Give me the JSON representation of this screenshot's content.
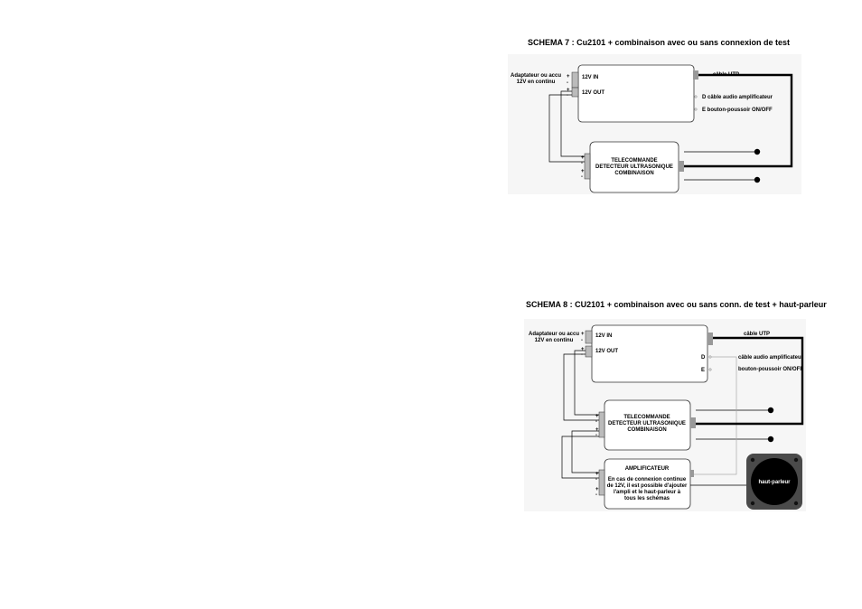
{
  "colors": {
    "line": "#000000",
    "box_border": "#333333",
    "panel_bg": "#f5f5f5",
    "speaker_outer": "#4a4a4a",
    "speaker_inner": "#000000",
    "thin_line": "#999999"
  },
  "schema7": {
    "title": "SCHEMA 7 : Cu2101 + combinaison avec ou sans connexion de test",
    "source_label_1": "Adaptateur ou accu",
    "source_label_2": "12V en continu",
    "in_label": "12V IN",
    "out_label": "12V OUT",
    "utp_label": "câble UTP",
    "d_label": "D câble audio amplificateur",
    "e_label": "E bouton-poussoir ON/OFF",
    "remote_line1": "TELECOMMANDE",
    "remote_line2": "DETECTEUR ULTRASONIQUE",
    "remote_line3": "COMBINAISON",
    "plus": "+",
    "minus": "-"
  },
  "schema8": {
    "title": "SCHEMA 8 : CU2101 + combinaison avec ou sans conn. de test + haut-parleur",
    "source_label_1": "Adaptateur ou accu",
    "source_label_2": "12V en continu",
    "in_label": "12V IN",
    "out_label": "12V OUT",
    "utp_label": "câble UTP",
    "d_port": "D",
    "e_port": "E",
    "d_label": "câble audio amplificateur",
    "e_label": "bouton-poussoir ON/OFF",
    "remote_line1": "TELECOMMANDE",
    "remote_line2": "DETECTEUR ULTRASONIQUE",
    "remote_line3": "COMBINAISON",
    "amp_title": "AMPLIFICATEUR",
    "amp_line1": "En cas de connexion continue",
    "amp_line2": "de 12V, il est possible d'ajouter",
    "amp_line3": "l'ampli et le haut-parleur à",
    "amp_line4": "tous les schémas",
    "speaker_label": "haut-parleur",
    "plus": "+",
    "minus": "-"
  }
}
